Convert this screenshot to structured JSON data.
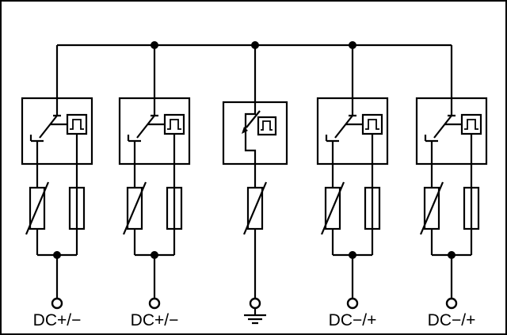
{
  "diagram": {
    "kind": "circuit-schematic",
    "subject": "surge-protective-device-wiring",
    "colors": {
      "line": "#000000",
      "background": "#ffffff"
    },
    "icons": {
      "branch_protector": "thermal-disconnector-icon",
      "indicator": "pulse-waveform-icon",
      "middle_protector": "spark-gap-trigger-arrow-icon",
      "varistor": "varistor-icon",
      "fuse": "fuse-icon",
      "earth": "ground-icon"
    },
    "branches": [
      {
        "index": 1,
        "components": [
          "thermal-disconnector",
          "pulse-indicator",
          "varistor",
          "fuse"
        ],
        "terminal_type": "dc-terminal"
      },
      {
        "index": 2,
        "components": [
          "thermal-disconnector",
          "pulse-indicator",
          "varistor",
          "fuse"
        ],
        "terminal_type": "dc-terminal"
      },
      {
        "index": 3,
        "components": [
          "spark-gap",
          "pulse-indicator",
          "varistor"
        ],
        "terminal_type": "earth-ground"
      },
      {
        "index": 4,
        "components": [
          "thermal-disconnector",
          "pulse-indicator",
          "varistor",
          "fuse"
        ],
        "terminal_type": "dc-terminal"
      },
      {
        "index": 5,
        "components": [
          "thermal-disconnector",
          "pulse-indicator",
          "varistor",
          "fuse"
        ],
        "terminal_type": "dc-terminal"
      }
    ],
    "terminal_labels": [
      "DC+/−",
      "DC+/−",
      "",
      "DC−/+",
      "DC−/+"
    ]
  }
}
